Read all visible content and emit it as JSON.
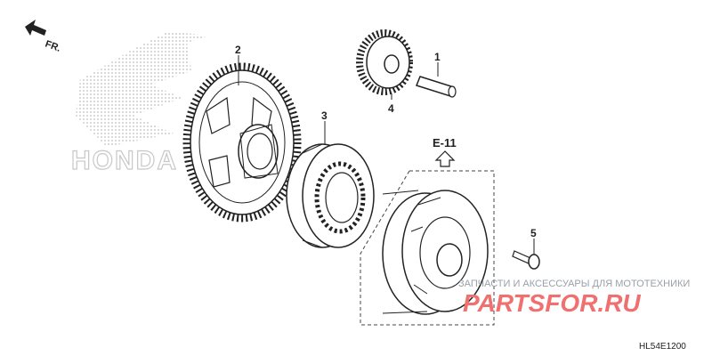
{
  "direction": {
    "label": "FR."
  },
  "ref": {
    "label": "E-11"
  },
  "parts": [
    {
      "number": "1"
    },
    {
      "number": "2"
    },
    {
      "number": "3"
    },
    {
      "number": "4"
    },
    {
      "number": "5"
    }
  ],
  "diagram_code": "HL54E1200",
  "watermark": {
    "brand": "HONDA",
    "tagline": "ЗАПЧАСТИ И АКСЕССУАРЫ ДЛЯ МОТОТЕХНИКИ",
    "site": "PARTSFOR.RU"
  },
  "colors": {
    "line": "#222222",
    "watermark_red": "#f07070",
    "watermark_gray": "#c8c8c8"
  }
}
